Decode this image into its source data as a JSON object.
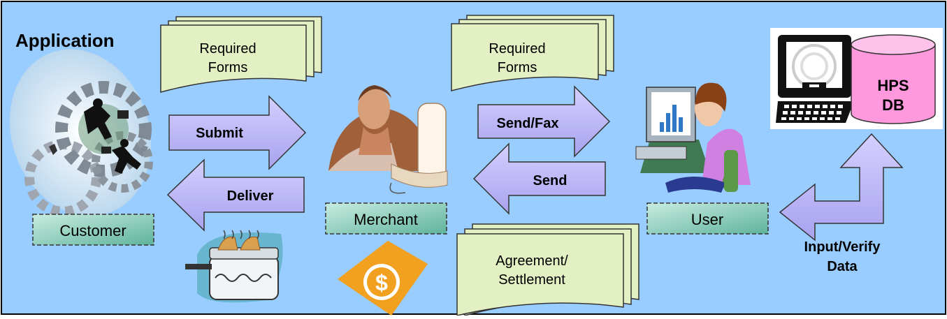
{
  "title": "Application",
  "forms": {
    "submit_docs_line1": "Required",
    "submit_docs_line2": "Forms",
    "send_docs_line1": "Required",
    "send_docs_line2": "Forms",
    "agreement_line1": "Agreement/",
    "agreement_line2": "Settlement"
  },
  "arrows": {
    "submit": "Submit",
    "deliver": "Deliver",
    "send_fax": "Send/Fax",
    "send": "Send"
  },
  "actors": {
    "customer": "Customer",
    "merchant": "Merchant",
    "user": "User"
  },
  "database": {
    "line1": "HPS",
    "line2": "DB"
  },
  "input_verify": {
    "line1": "Input/Verify",
    "line2": "Data"
  },
  "colors": {
    "background": "#99ccff",
    "form_fill": "#e2f0c4",
    "arrow_fill": "#b8b4f2",
    "label_fill": "#90d0bd",
    "db_fill": "#ff99dd"
  }
}
